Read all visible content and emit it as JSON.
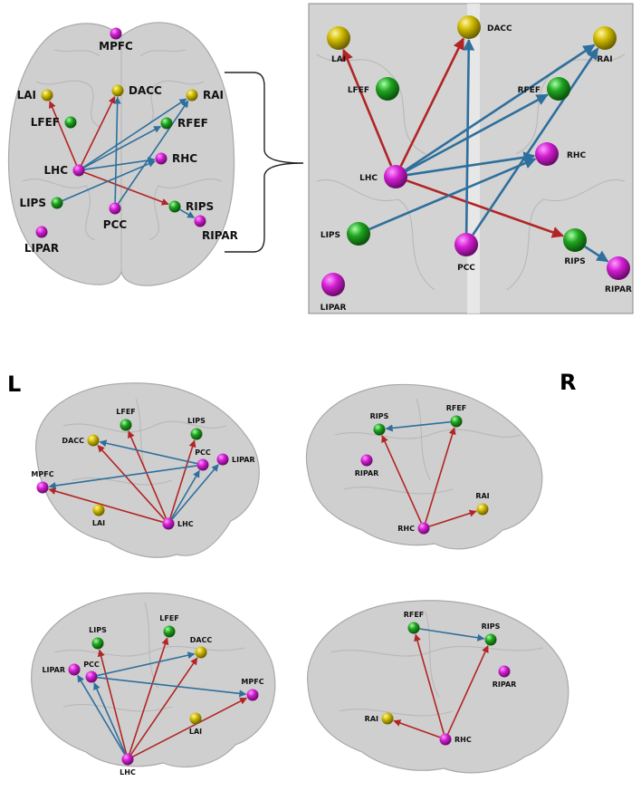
{
  "colors": {
    "red": "#b32424",
    "blue": "#2e6f9c",
    "node_magenta": "#c21fc2",
    "node_yellow": "#c9b400",
    "node_green": "#1f9a1f"
  },
  "hemisphere_labels": {
    "left": "L",
    "right": "R"
  },
  "panels": [
    {
      "id": "top-left",
      "nodes": [
        {
          "id": "MPFC",
          "label": "MPFC",
          "color": "magenta"
        },
        {
          "id": "DACC",
          "label": "DACC",
          "color": "yellow"
        },
        {
          "id": "LAI",
          "label": "LAI",
          "color": "yellow"
        },
        {
          "id": "RAI",
          "label": "RAI",
          "color": "yellow"
        },
        {
          "id": "LFEF",
          "label": "LFEF",
          "color": "green"
        },
        {
          "id": "RFEF",
          "label": "RFEF",
          "color": "green"
        },
        {
          "id": "LHC",
          "label": "LHC",
          "color": "magenta"
        },
        {
          "id": "RHC",
          "label": "RHC",
          "color": "magenta"
        },
        {
          "id": "LIPS",
          "label": "LIPS",
          "color": "green"
        },
        {
          "id": "RIPS",
          "label": "RIPS",
          "color": "green"
        },
        {
          "id": "PCC",
          "label": "PCC",
          "color": "magenta"
        },
        {
          "id": "RIPAR",
          "label": "RIPAR",
          "color": "magenta"
        },
        {
          "id": "LIPAR",
          "label": "LIPAR",
          "color": "magenta"
        }
      ],
      "edges": [
        {
          "from": "LHC",
          "to": "LAI",
          "color": "red"
        },
        {
          "from": "LHC",
          "to": "RIPS",
          "color": "red"
        },
        {
          "from": "LHC",
          "to": "DACC",
          "color": "red"
        },
        {
          "from": "LHC",
          "to": "RAI",
          "color": "blue"
        },
        {
          "from": "LHC",
          "to": "RFEF",
          "color": "blue"
        },
        {
          "from": "LHC",
          "to": "RHC",
          "color": "blue"
        },
        {
          "from": "LIPS",
          "to": "RHC",
          "color": "blue"
        },
        {
          "from": "PCC",
          "to": "DACC",
          "color": "blue"
        },
        {
          "from": "PCC",
          "to": "RAI",
          "color": "blue"
        },
        {
          "from": "RIPS",
          "to": "RIPAR",
          "color": "blue"
        }
      ]
    },
    {
      "id": "top-right-zoom",
      "nodes": [
        {
          "id": "LAI",
          "label": "LAI",
          "color": "yellow"
        },
        {
          "id": "DACC",
          "label": "DACC",
          "color": "yellow"
        },
        {
          "id": "RAI",
          "label": "RAI",
          "color": "yellow"
        },
        {
          "id": "LFEF",
          "label": "LFEF",
          "color": "green"
        },
        {
          "id": "RFEF",
          "label": "RFEF",
          "color": "green"
        },
        {
          "id": "RHC",
          "label": "RHC",
          "color": "magenta"
        },
        {
          "id": "LHC",
          "label": "LHC",
          "color": "magenta"
        },
        {
          "id": "LIPS",
          "label": "LIPS",
          "color": "green"
        },
        {
          "id": "PCC",
          "label": "PCC",
          "color": "magenta"
        },
        {
          "id": "RIPS",
          "label": "RIPS",
          "color": "green"
        },
        {
          "id": "RIPAR",
          "label": "RIPAR",
          "color": "magenta"
        },
        {
          "id": "LIPAR",
          "label": "LIPAR",
          "color": "magenta"
        }
      ],
      "edges": [
        {
          "from": "LHC",
          "to": "LAI",
          "color": "red"
        },
        {
          "from": "LHC",
          "to": "RIPS",
          "color": "red"
        },
        {
          "from": "LHC",
          "to": "DACC",
          "color": "red"
        },
        {
          "from": "LHC",
          "to": "RAI",
          "color": "blue"
        },
        {
          "from": "LHC",
          "to": "RFEF",
          "color": "blue"
        },
        {
          "from": "LHC",
          "to": "RHC",
          "color": "blue"
        },
        {
          "from": "LIPS",
          "to": "RHC",
          "color": "blue"
        },
        {
          "from": "PCC",
          "to": "DACC",
          "color": "blue"
        },
        {
          "from": "PCC",
          "to": "RAI",
          "color": "blue"
        },
        {
          "from": "RIPS",
          "to": "RIPAR",
          "color": "blue"
        }
      ]
    },
    {
      "id": "mid-left",
      "nodes": [
        {
          "id": "LFEF",
          "label": "LFEF",
          "color": "green"
        },
        {
          "id": "LIPS",
          "label": "LIPS",
          "color": "green"
        },
        {
          "id": "DACC",
          "label": "DACC",
          "color": "yellow"
        },
        {
          "id": "PCC",
          "label": "PCC",
          "color": "magenta"
        },
        {
          "id": "LIPAR",
          "label": "LIPAR",
          "color": "magenta"
        },
        {
          "id": "MPFC",
          "label": "MPFC",
          "color": "magenta"
        },
        {
          "id": "LAI",
          "label": "LAI",
          "color": "yellow"
        },
        {
          "id": "LHC",
          "label": "LHC",
          "color": "magenta"
        }
      ],
      "edges": [
        {
          "from": "LHC",
          "to": "LFEF",
          "color": "red"
        },
        {
          "from": "LHC",
          "to": "DACC",
          "color": "red"
        },
        {
          "from": "LHC",
          "to": "MPFC",
          "color": "red"
        },
        {
          "from": "LHC",
          "to": "LIPS",
          "color": "red"
        },
        {
          "from": "LHC",
          "to": "LIPAR",
          "color": "blue"
        },
        {
          "from": "LHC",
          "to": "PCC",
          "color": "blue"
        },
        {
          "from": "PCC",
          "to": "DACC",
          "color": "blue"
        },
        {
          "from": "PCC",
          "to": "MPFC",
          "color": "blue"
        }
      ]
    },
    {
      "id": "mid-right",
      "nodes": [
        {
          "id": "RIPS",
          "label": "RIPS",
          "color": "green"
        },
        {
          "id": "RFEF",
          "label": "RFEF",
          "color": "green"
        },
        {
          "id": "RIPAR",
          "label": "RIPAR",
          "color": "magenta"
        },
        {
          "id": "RAI",
          "label": "RAI",
          "color": "yellow"
        },
        {
          "id": "RHC",
          "label": "RHC",
          "color": "magenta"
        }
      ],
      "edges": [
        {
          "from": "RFEF",
          "to": "RIPS",
          "color": "blue"
        },
        {
          "from": "RHC",
          "to": "RIPS",
          "color": "red"
        },
        {
          "from": "RHC",
          "to": "RFEF",
          "color": "red"
        },
        {
          "from": "RHC",
          "to": "RAI",
          "color": "red"
        }
      ]
    },
    {
      "id": "bottom-left",
      "nodes": [
        {
          "id": "LIPS",
          "label": "LIPS",
          "color": "green"
        },
        {
          "id": "LFEF",
          "label": "LFEF",
          "color": "green"
        },
        {
          "id": "DACC",
          "label": "DACC",
          "color": "yellow"
        },
        {
          "id": "LIPAR",
          "label": "LIPAR",
          "color": "magenta"
        },
        {
          "id": "PCC",
          "label": "PCC",
          "color": "magenta"
        },
        {
          "id": "MPFC",
          "label": "MPFC",
          "color": "magenta"
        },
        {
          "id": "LAI",
          "label": "LAI",
          "color": "yellow"
        },
        {
          "id": "LHC",
          "label": "LHC",
          "color": "magenta"
        }
      ],
      "edges": [
        {
          "from": "LHC",
          "to": "LFEF",
          "color": "red"
        },
        {
          "from": "LHC",
          "to": "DACC",
          "color": "red"
        },
        {
          "from": "LHC",
          "to": "MPFC",
          "color": "red"
        },
        {
          "from": "LHC",
          "to": "LIPS",
          "color": "red"
        },
        {
          "from": "LHC",
          "to": "LIPAR",
          "color": "blue"
        },
        {
          "from": "LHC",
          "to": "PCC",
          "color": "blue"
        },
        {
          "from": "PCC",
          "to": "DACC",
          "color": "blue"
        },
        {
          "from": "PCC",
          "to": "MPFC",
          "color": "blue"
        }
      ]
    },
    {
      "id": "bottom-right",
      "nodes": [
        {
          "id": "RFEF",
          "label": "RFEF",
          "color": "green"
        },
        {
          "id": "RIPS",
          "label": "RIPS",
          "color": "green"
        },
        {
          "id": "RIPAR",
          "label": "RIPAR",
          "color": "magenta"
        },
        {
          "id": "RAI",
          "label": "RAI",
          "color": "yellow"
        },
        {
          "id": "RHC",
          "label": "RHC",
          "color": "magenta"
        }
      ],
      "edges": [
        {
          "from": "RFEF",
          "to": "RIPS",
          "color": "blue"
        },
        {
          "from": "RHC",
          "to": "RFEF",
          "color": "red"
        },
        {
          "from": "RHC",
          "to": "RIPS",
          "color": "red"
        },
        {
          "from": "RHC",
          "to": "RAI",
          "color": "red"
        }
      ]
    }
  ]
}
